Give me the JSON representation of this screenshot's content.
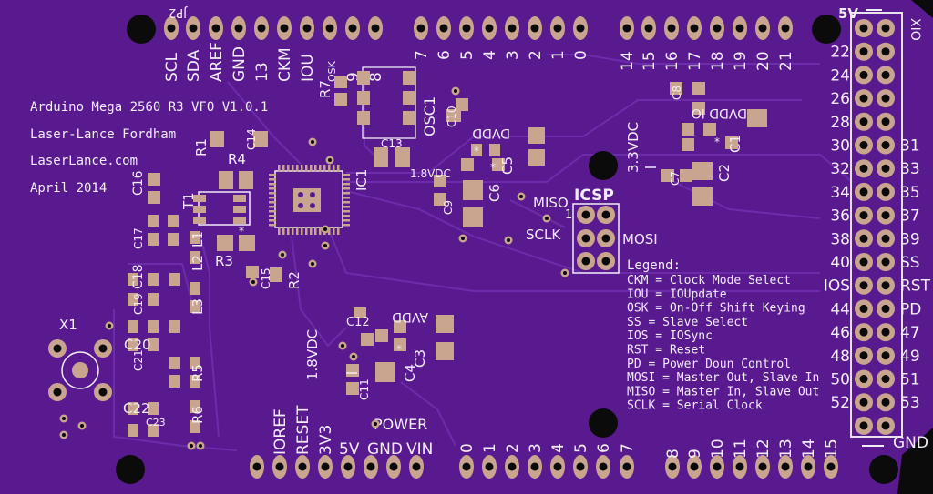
{
  "colors": {
    "board": "#5a1a8f",
    "trace": "#6b2aa8",
    "pad": "#c9a48f",
    "silk": "#f1ecf5",
    "hole": "#0b0b0b"
  },
  "title": {
    "line1": "Arduino Mega 2560 R3 VFO V1.0.1",
    "line2": "Laser-Lance Fordham",
    "line3": "LaserLance.com",
    "line4": "April 2014"
  },
  "header_top_name": "JP2",
  "header_top_left": [
    "SCL",
    "SDA",
    "AREF",
    "GND",
    "13",
    "CKM",
    "IOU",
    "OSK",
    "9",
    "8"
  ],
  "header_top_mid": [
    "7",
    "6",
    "5",
    "4",
    "3",
    "2",
    "1",
    "0"
  ],
  "header_top_right": [
    "14",
    "15",
    "16",
    "17",
    "18",
    "19",
    "20",
    "21"
  ],
  "header_bottom_power": [
    "IOREF",
    "RESET",
    "3V3",
    "5V",
    "GND",
    "VIN"
  ],
  "power_label": "POWER",
  "header_bottom_mid": [
    "0",
    "1",
    "2",
    "3",
    "4",
    "5",
    "6",
    "7"
  ],
  "header_bottom_right": [
    "8",
    "9",
    "10",
    "11",
    "12",
    "13",
    "14",
    "15"
  ],
  "right_header_top": "5V",
  "right_header_bottom": "GND",
  "right_header_name": "XIO",
  "right_left_col": [
    "22",
    "24",
    "26",
    "28",
    "30",
    "32",
    "34",
    "36",
    "38",
    "40",
    "IOS",
    "44",
    "46",
    "48",
    "50",
    "52"
  ],
  "right_right_col": [
    "31",
    "33",
    "35",
    "37",
    "39",
    "SS",
    "RST",
    "PD",
    "47",
    "49",
    "51",
    "53"
  ],
  "icsp": {
    "name": "ICSP",
    "miso": "MISO",
    "mosi": "MOSI",
    "sclk": "SCLK",
    "pin1": "1"
  },
  "legend": {
    "title": "Legend:",
    "items": [
      "CKM = Clock Mode Select",
      "IOU = IOUpdate",
      "OSK = On-Off Shift Keying",
      "SS = Slave Select",
      "IOS = IOSync",
      "RST = Reset",
      "PD = Power Doun Control",
      "MOSI = Master Out, Slave In",
      "MISO = Master In, Slave Out",
      "SCLK = Serial Clock"
    ]
  },
  "components": {
    "X1": "X1",
    "R1": "R1",
    "R2": "R2",
    "R3": "R3",
    "R4": "R4",
    "R5": "R5",
    "R6": "R6",
    "R7": "R7",
    "C1": "C1",
    "C2": "C2",
    "C3": "C3",
    "C4": "C4",
    "C5": "C5",
    "C6": "C6",
    "C7": "C7",
    "C8": "C8",
    "C9": "C9",
    "C10": "C10",
    "C11": "C11",
    "C12": "C12",
    "C13": "C13",
    "C14": "C14",
    "C15": "C15",
    "C16": "C16",
    "C17": "C17",
    "C18": "C18",
    "C19": "C19",
    "C20": "C20",
    "C21": "C21",
    "C22": "C22",
    "C23": "C23",
    "L1": "L1",
    "L2": "L2",
    "L3": "L3",
    "T1": "T1",
    "IC1": "IC1",
    "OSC1": "OSC1"
  },
  "rails": {
    "dvdd_top": "DVDD",
    "v18": "1.8VDC",
    "dvdd_io": "DVDD IO",
    "v33": "3.3VDC",
    "avdd": "AVDD",
    "v18_b": "1.8VDC"
  }
}
